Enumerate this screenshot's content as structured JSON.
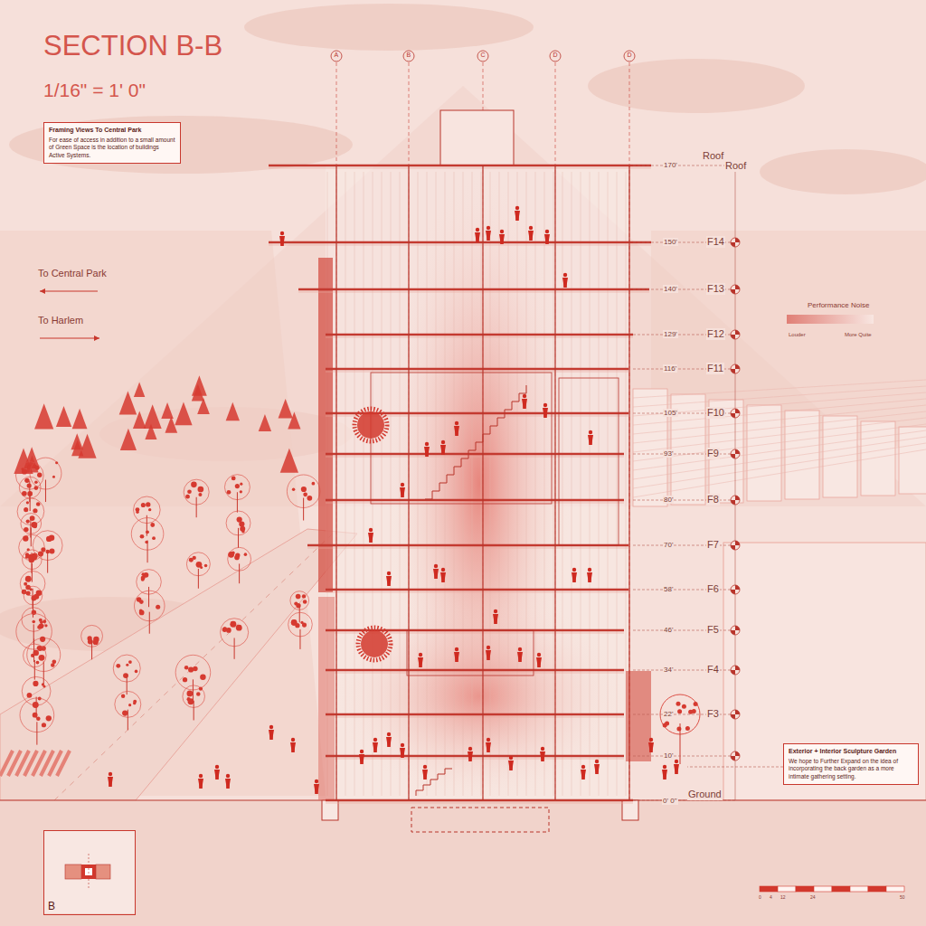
{
  "diagram": {
    "title": "SECTION B-B",
    "nodes": [
      {
        "text": [
          "Framing Views To Central Park",
          "For ease of access in addition to a small amount of  Green Space is the location of buildings Active Systems."
        ]
      },
      {
        "text": [
          "Exterior + Interior Sculpture Garden",
          "We hope to Further Expand on the idea of incorporating the back garden as a more intimate gathering setting."
        ]
      },
      {
        "text": [
          "B"
        ]
      }
    ],
    "edges": [],
    "labels": [
      "1/16\" = 1' 0\"",
      "To Central Park",
      "To Harlem",
      "A",
      "B",
      "C",
      "D",
      "D",
      "Roof",
      "Roof",
      "170'",
      "F14",
      "150'",
      "F13",
      "140'",
      "F12",
      "129'",
      "F11",
      "116'",
      "F10",
      "105'",
      "F9",
      "93'",
      "F8",
      "80'",
      "F7",
      "70'",
      "F6",
      "58'",
      "F5",
      "46'",
      "F4",
      "34'",
      "F3",
      "22'",
      "10'",
      "Ground",
      "0' 0\"",
      "Performance Noise",
      "Louder",
      "More Quite",
      "0",
      "4",
      "12",
      "24",
      "50"
    ]
  }
}
